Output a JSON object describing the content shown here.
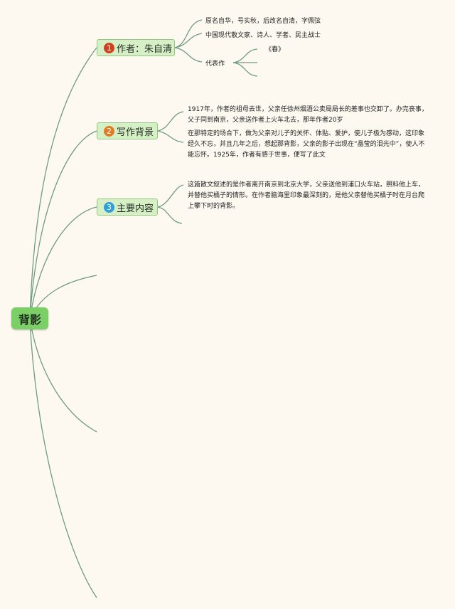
{
  "root": {
    "label": "背影"
  },
  "branches": [
    {
      "number": "1",
      "label": "作者：朱自清",
      "badge_color": "#d0401c"
    },
    {
      "number": "2",
      "label": "写作背景",
      "badge_color": "#e17b26"
    },
    {
      "number": "3",
      "label": "主要内容",
      "badge_color": "#2f9fd8"
    }
  ],
  "author": {
    "names": "原名自华，号实秋，后改名自清，字佩弦",
    "identity": "中国现代散文家、诗人、学者、民主战士",
    "works_label": "代表作",
    "works": [
      "《春》"
    ]
  },
  "background": {
    "p1": "1917年，作者的祖母去世，父亲任徐州烟酒公卖局局长的差事也交卸了。办完丧事，父子同到南京，父亲送作者上火车北去，那年作者20岁",
    "p2": "在那特定的场合下，做为父亲对儿子的关怀、体贴、爱护，使儿子极为感动，这印象经久不忘，并且几年之后，想起那背影，父亲的影子出现在“晶莹的泪光中”，使人不能忘怀。1925年，作者有感于世事，便写了此文"
  },
  "content": {
    "p1": "这篇散文叙述的是作者离开南京到北京大学，父亲送他到浦口火车站，照料他上车，并替他买橘子的情形。在作者脑海里印象最深刻的，是他父亲替他买橘子时在月台爬上攀下时的背影。"
  },
  "colors": {
    "background": "#fdf9f1",
    "root": "#7ccf66",
    "branch": "#d6efc6",
    "line": "#6f9c83"
  }
}
